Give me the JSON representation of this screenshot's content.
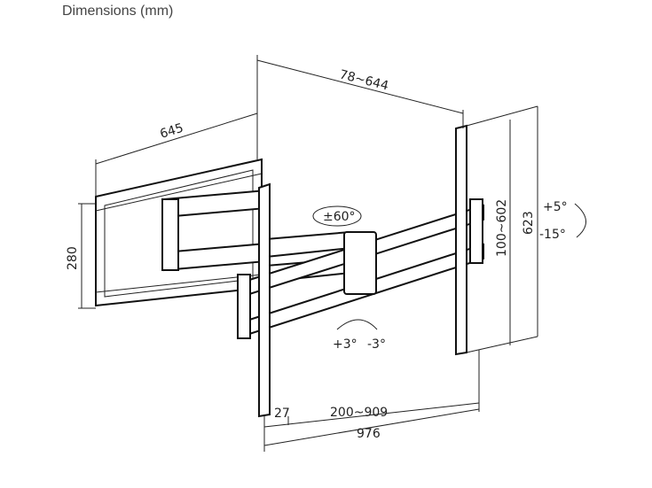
{
  "title": "Dimensions (mm)",
  "labels": {
    "arm_depth": "645",
    "extension": "78~644",
    "wall_plate_height": "280",
    "swivel": "±60°",
    "tilt_up": "+5°",
    "tilt_down": "-15°",
    "vertical_vesa": "100~602",
    "overall_height": "623",
    "level_plus": "+3°",
    "level_minus": "-3°",
    "offset": "27",
    "horizontal_vesa": "200~909",
    "overall_width": "976"
  }
}
